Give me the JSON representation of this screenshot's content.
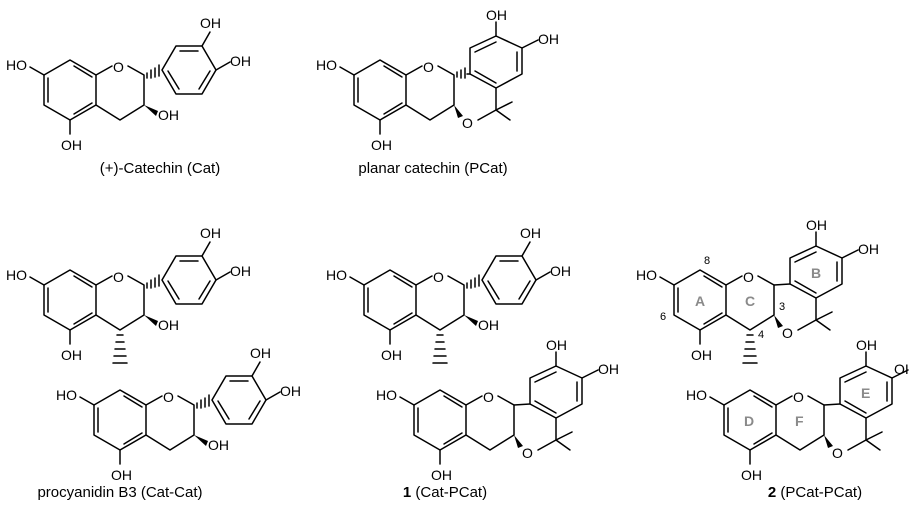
{
  "molecules": {
    "catechin": {
      "caption": "(+)-Catechin (Cat)",
      "labels": [
        "HO",
        "O",
        "OH",
        "OH",
        "OH",
        "OH"
      ]
    },
    "planar_catechin": {
      "caption": "planar catechin (PCat)",
      "labels": [
        "HO",
        "O",
        "O",
        "OH",
        "OH",
        "OH"
      ]
    },
    "procyanidin_b3": {
      "caption": "procyanidin B3 (Cat-Cat)",
      "labels": [
        "HO",
        "O",
        "OH",
        "OH",
        "OH",
        "OH",
        "HO",
        "O",
        "OH",
        "OH",
        "OH",
        "OH"
      ]
    },
    "compound_1": {
      "caption_number": "1",
      "caption_rest": " (Cat-PCat)",
      "labels": [
        "HO",
        "O",
        "OH",
        "OH",
        "OH",
        "OH",
        "HO",
        "O",
        "O",
        "OH",
        "OH",
        "OH"
      ]
    },
    "compound_2": {
      "caption_number": "2",
      "caption_rest": " (PCat-PCat)",
      "labels": [
        "HO",
        "O",
        "O",
        "OH",
        "OH",
        "OH",
        "HO",
        "O",
        "O",
        "OH",
        "OI",
        "OH"
      ],
      "ring_labels": [
        "A",
        "B",
        "C",
        "D",
        "E",
        "F"
      ],
      "position_numbers": [
        "8",
        "6",
        "3",
        "4"
      ]
    }
  },
  "colors": {
    "ring_label": "#8a8a8a",
    "ink": "#000000"
  }
}
